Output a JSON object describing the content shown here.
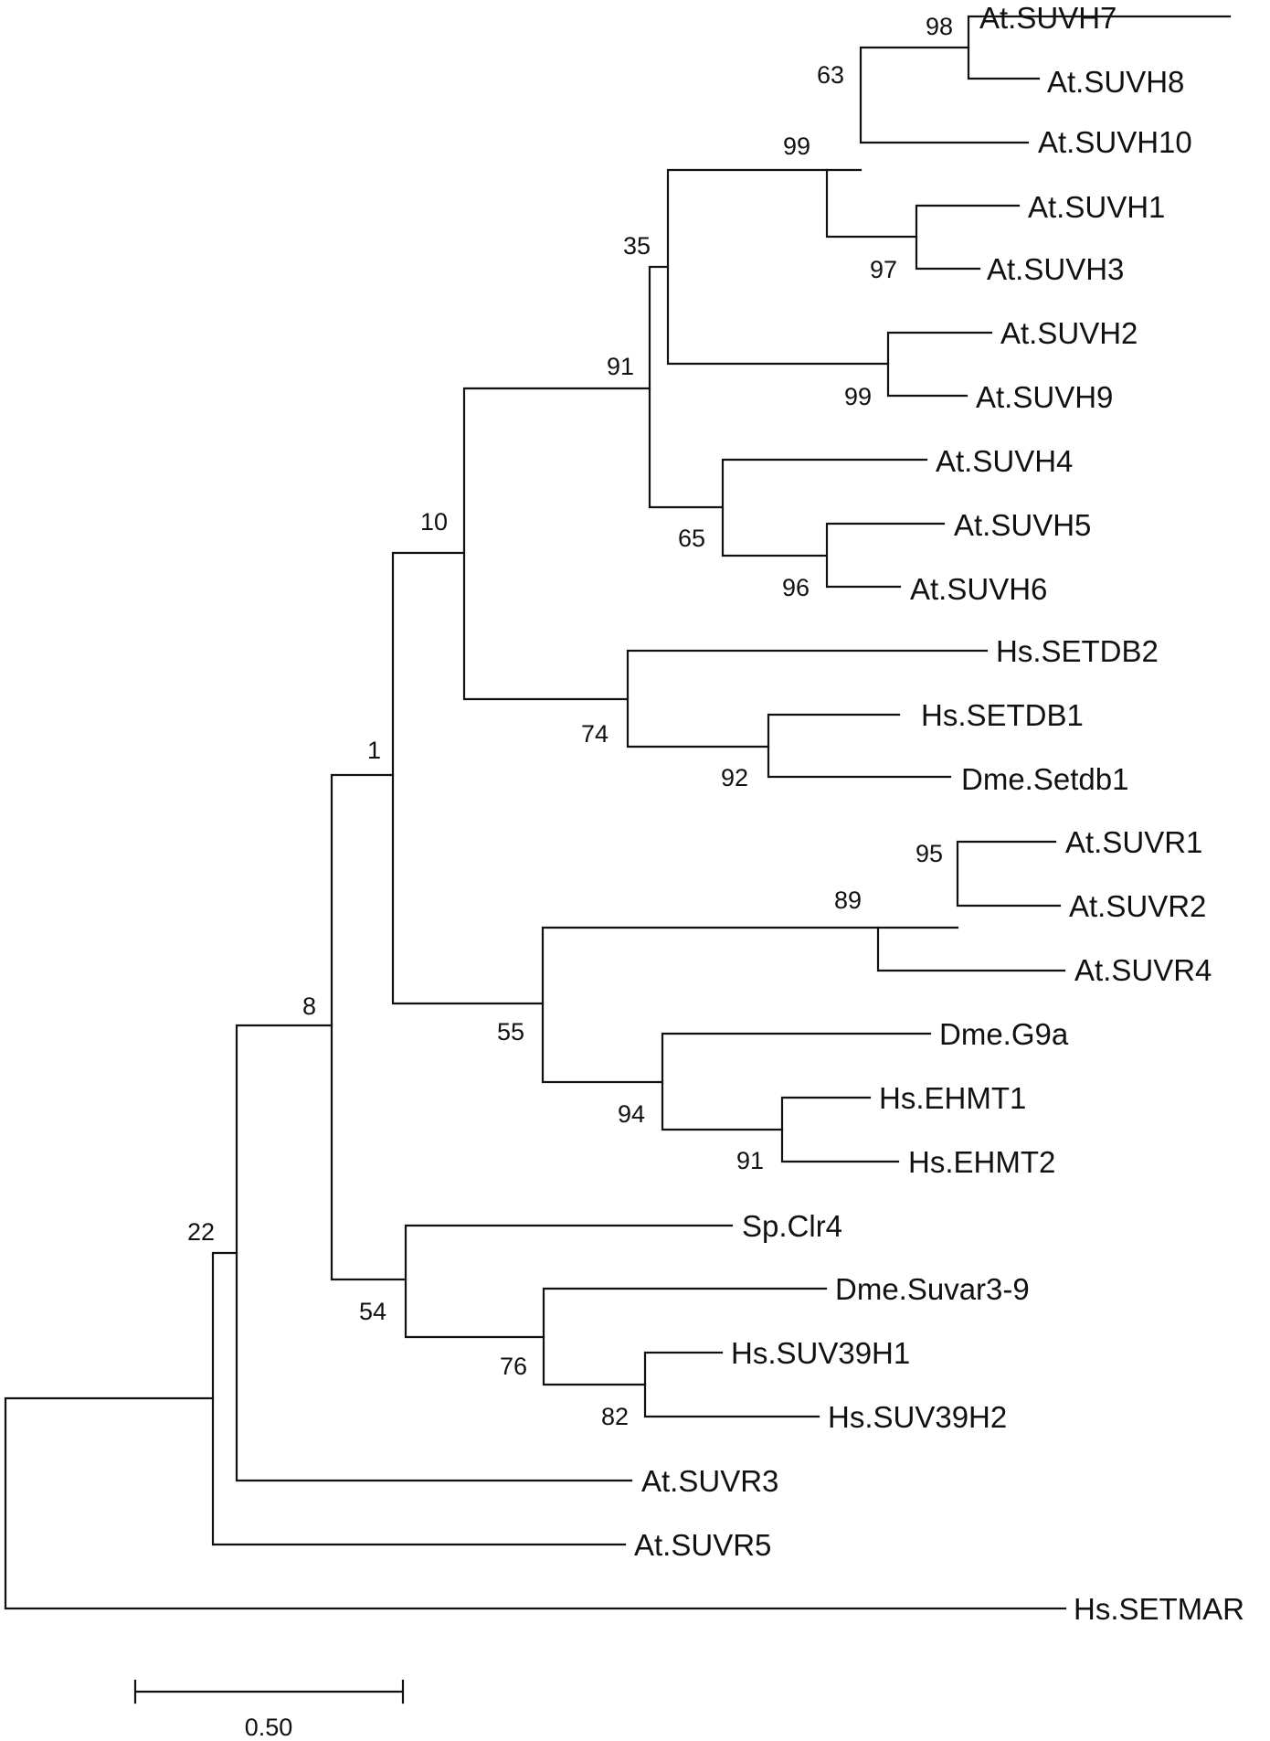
{
  "tree": {
    "leaves": [
      {
        "id": "L1",
        "label": "At.SUVH7"
      },
      {
        "id": "L2",
        "label": "At.SUVH8"
      },
      {
        "id": "L3",
        "label": "At.SUVH10"
      },
      {
        "id": "L4",
        "label": "At.SUVH1"
      },
      {
        "id": "L5",
        "label": "At.SUVH3"
      },
      {
        "id": "L6",
        "label": "At.SUVH2"
      },
      {
        "id": "L7",
        "label": "At.SUVH9"
      },
      {
        "id": "L8",
        "label": "At.SUVH4"
      },
      {
        "id": "L9",
        "label": "At.SUVH5"
      },
      {
        "id": "L10",
        "label": "At.SUVH6"
      },
      {
        "id": "L11",
        "label": "Hs.SETDB2"
      },
      {
        "id": "L12",
        "label": "Hs.SETDB1"
      },
      {
        "id": "L13",
        "label": "Dme.Setdb1"
      },
      {
        "id": "L14",
        "label": "At.SUVR1"
      },
      {
        "id": "L15",
        "label": "At.SUVR2"
      },
      {
        "id": "L16",
        "label": "At.SUVR4"
      },
      {
        "id": "L17",
        "label": "Dme.G9a"
      },
      {
        "id": "L18",
        "label": "Hs.EHMT1"
      },
      {
        "id": "L19",
        "label": "Hs.EHMT2"
      },
      {
        "id": "L20",
        "label": "Sp.Clr4"
      },
      {
        "id": "L21",
        "label": "Dme.Suvar3-9"
      },
      {
        "id": "L22",
        "label": "Hs.SUV39H1"
      },
      {
        "id": "L23",
        "label": "Hs.SUV39H2"
      },
      {
        "id": "L24",
        "label": "At.SUVR3"
      },
      {
        "id": "L25",
        "label": "At.SUVR5"
      },
      {
        "id": "L26",
        "label": "Hs.SETMAR"
      }
    ],
    "bootstrap": {
      "n_suvh7_8": "98",
      "n_suvh7_10": "63",
      "n_suvh1_3": "97",
      "n_suvh_a": "99",
      "n_suvh2_9": "99",
      "n_suvh_b": "35",
      "n_suvh5_6": "96",
      "n_suvh4_6": "65",
      "n_suvh_all": "91",
      "n_setdb1": "92",
      "n_setdb": "74",
      "n_suvh_setdb": "10",
      "n_suvr1_2": "95",
      "n_suvr124": "89",
      "n_ehmt": "91",
      "n_g9a": "94",
      "n_suvr_g9a": "55",
      "n_big": "1",
      "n_suv39h": "82",
      "n_suvar": "76",
      "n_clr4": "54",
      "n_mid": "8",
      "n_suvr3": "22"
    }
  },
  "scale_bar": {
    "label": "0.50",
    "value": 0.5
  }
}
